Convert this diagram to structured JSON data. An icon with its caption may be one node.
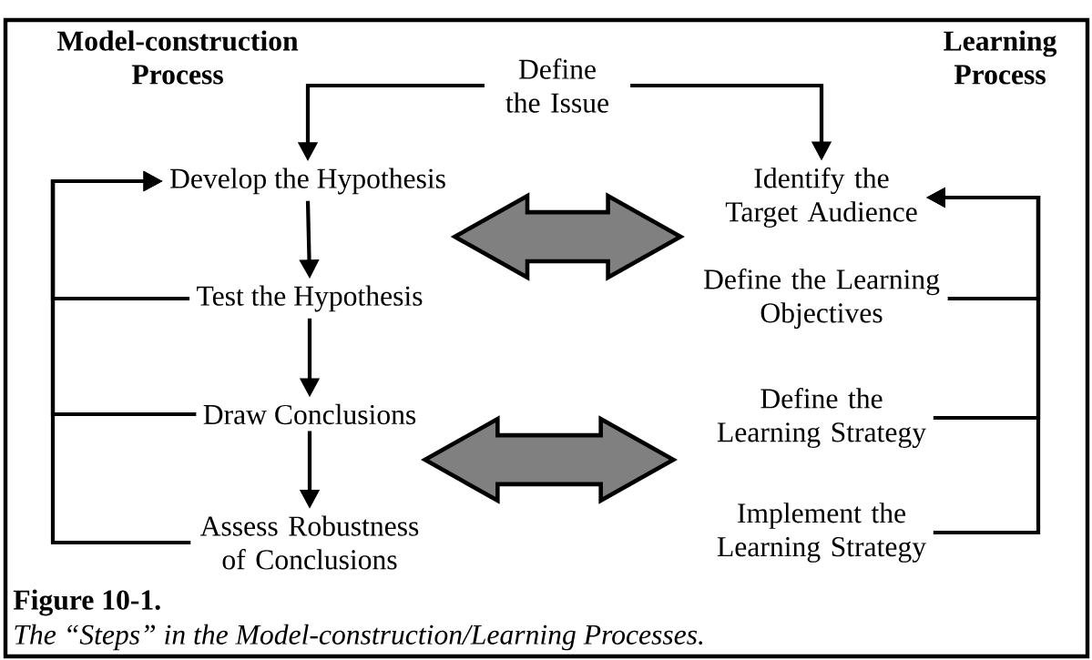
{
  "diagram": {
    "caption": "The “Steps” in the Model-construction/Learning Processes.",
    "nodes": [
      {
        "text": [
          "Define the Issue"
        ]
      },
      {
        "text": [
          "Develop the Hypothesis"
        ]
      },
      {
        "text": [
          "Test the Hypothesis"
        ]
      },
      {
        "text": [
          "Draw Conclusions"
        ]
      },
      {
        "text": [
          "Assess Robustness of Conclusions"
        ]
      },
      {
        "text": [
          "Identify the Target Audience"
        ]
      },
      {
        "text": [
          "Define the Learning Objectives"
        ]
      },
      {
        "text": [
          "Define the Learning Strategy"
        ]
      },
      {
        "text": [
          "Implement the Learning Strategy"
        ]
      }
    ],
    "edges": [
      {
        "from": 0,
        "to": 1,
        "arrow": "to"
      },
      {
        "from": 0,
        "to": 5,
        "arrow": "to"
      },
      {
        "from": 1,
        "to": 2,
        "arrow": "to"
      },
      {
        "from": 2,
        "to": 3,
        "arrow": "to"
      },
      {
        "from": 3,
        "to": 4,
        "arrow": "to"
      },
      {
        "from": 2,
        "to": 1,
        "arrow": "to"
      },
      {
        "from": 3,
        "to": 1,
        "arrow": "to"
      },
      {
        "from": 4,
        "to": 1,
        "arrow": "to"
      },
      {
        "from": 6,
        "to": 5,
        "arrow": "to"
      },
      {
        "from": 7,
        "to": 5,
        "arrow": "to"
      },
      {
        "from": 8,
        "to": 5,
        "arrow": "to"
      },
      {
        "from": 1,
        "to": 5,
        "arrow": "both",
        "style": "thick",
        "color": "#808080"
      },
      {
        "from": 3,
        "to": 7,
        "arrow": "both",
        "style": "thick",
        "color": "#808080"
      }
    ],
    "labels": [
      "Model-construction Process",
      "Learning Process",
      "Figure 10-1."
    ]
  }
}
